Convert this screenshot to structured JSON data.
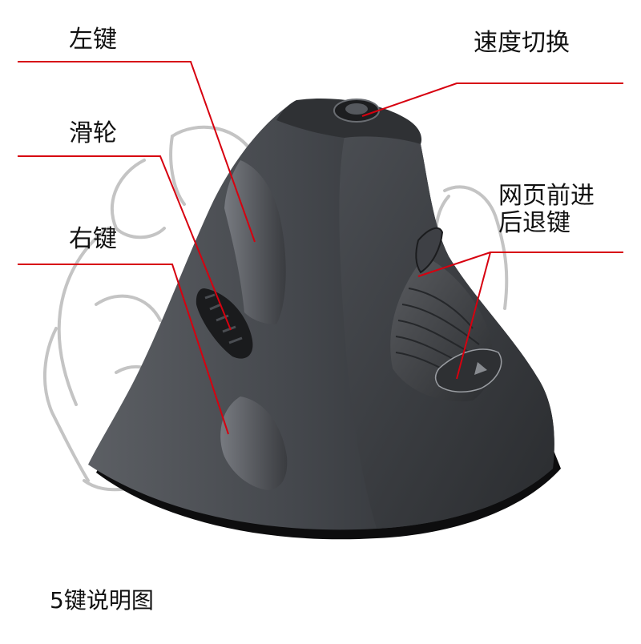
{
  "labels": {
    "left_button": "左键",
    "scroll_wheel": "滑轮",
    "right_button": "右键",
    "dpi_switch": "速度切换",
    "nav_line1": "网页前进",
    "nav_line2": "后退键"
  },
  "caption": "5键说明图",
  "colors": {
    "leader_line": "#d7000f",
    "hand_outline": "#c4c4c4",
    "mouse_body": "#3a3c40",
    "mouse_base": "#0d0d0e"
  }
}
